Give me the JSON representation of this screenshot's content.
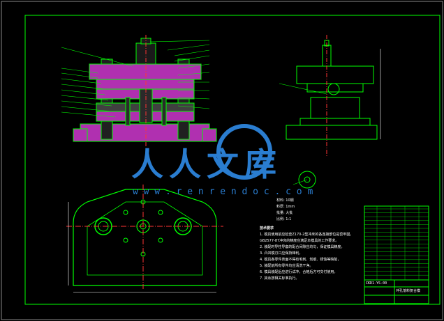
{
  "watermark": {
    "brand_cn": "人人文库",
    "url": "w w w . r e n r e n d o c . c o m"
  },
  "notes": {
    "title": "技术要求",
    "lines": [
      "1. 模具使用前应检查Z170-2型冲床的各连接部位是否牢固，",
      "GB2577-87冲床的精度应满足本模具的工作要求。",
      "2. 装配时导柱导套的配合间隙应均匀，保证模具精度。",
      "3. 凸凹模刃口应保持锋利。",
      "4. 模具各零件表面不得有毛刺、划痕、锈蚀等缺陷，",
      "5. 装配前所有零件均应清洗干净。",
      "6. 模具装配后应进行试冲，合格后方可交付使用。",
      "7. 其余按相关标准执行。"
    ]
  },
  "specs": {
    "line1": "材料: 10钢",
    "line2": "料厚: 1mm",
    "line3": "批量: 大批",
    "line4": "比例: 1:1"
  },
  "title_block": {
    "drawing_no": "CKD1-YS-00",
    "name": "冲孔落料复合模"
  },
  "colors": {
    "background": "#000000",
    "frame": "#00ff00",
    "outline": "#00ff00",
    "leader": "#00ff00",
    "centerline": "#ff3333",
    "hatch": "#cc33cc",
    "dimension": "#ffffff",
    "table_text": "#ffffff",
    "watermark_primary": "#2a7dd0"
  }
}
